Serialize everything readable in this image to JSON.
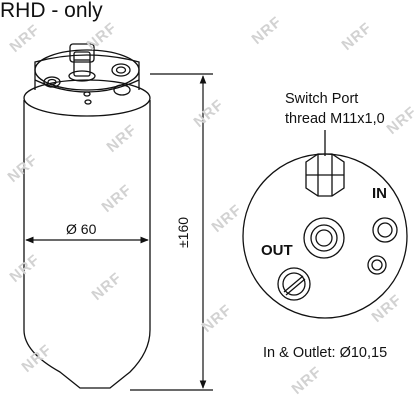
{
  "title": "RHD - only",
  "callouts": {
    "switch_port": "Switch Port",
    "thread": "thread M11x1,0",
    "in": "IN",
    "out": "OUT",
    "outlet_note": "In & Outlet: Ø10,15"
  },
  "dimensions": {
    "diameter": "Ø 60",
    "length": "±160"
  },
  "watermark": {
    "text": "NRF",
    "color": "#d2d2d2"
  },
  "colors": {
    "line": "#111111",
    "background": "#ffffff"
  }
}
